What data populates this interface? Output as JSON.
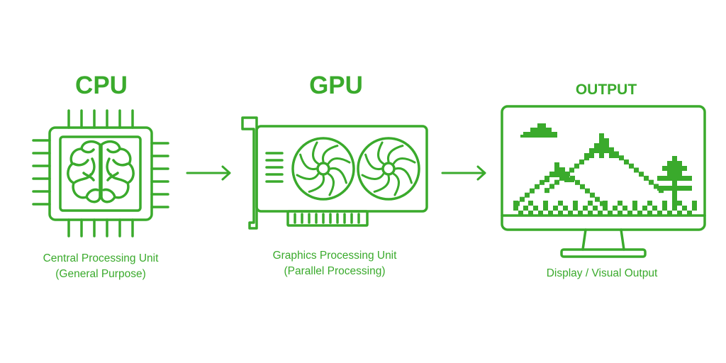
{
  "colors": {
    "accent": "#3aaa2c",
    "background": "#ffffff"
  },
  "cpu": {
    "title": "CPU",
    "caption_line1": "Central Processing Unit",
    "caption_line2": "(General Purpose)",
    "icon": "brain-chip-icon"
  },
  "gpu": {
    "title": "GPU",
    "caption_line1": "Graphics Processing Unit",
    "caption_line2": "(Parallel Processing)",
    "icon": "graphics-card-icon"
  },
  "output": {
    "title": "OUTPUT",
    "caption": "Display / Visual Output",
    "icon": "monitor-pixel-landscape-icon"
  },
  "arrows": [
    "arrow-right-icon",
    "arrow-right-icon"
  ]
}
